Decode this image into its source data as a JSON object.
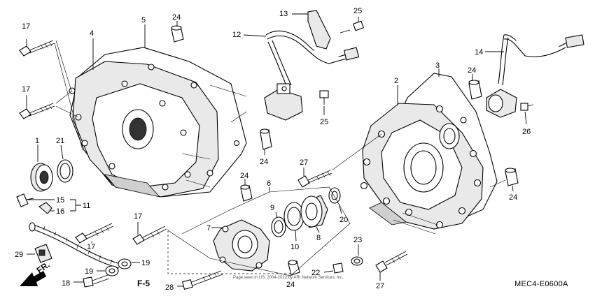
{
  "diagram": {
    "part_numbers": {
      "p1": "1",
      "p2": "2",
      "p3": "3",
      "p4": "4",
      "p5": "5",
      "p6": "6",
      "p7": "7",
      "p8": "8",
      "p9": "9",
      "p10": "10",
      "p11": "11",
      "p12": "12",
      "p13": "13",
      "p14": "14",
      "p15": "15",
      "p16": "16",
      "p17a": "17",
      "p17b": "17",
      "p17c": "17",
      "p17d": "17",
      "p18": "18",
      "p19a": "19",
      "p19b": "19",
      "p20": "20",
      "p21": "21",
      "p22": "22",
      "p23": "23",
      "p24a": "24",
      "p24b": "24",
      "p24c": "24",
      "p24d": "24",
      "p24e": "24",
      "p24f": "24",
      "p25a": "25",
      "p25b": "25",
      "p26": "26",
      "p27a": "27",
      "p27b": "27",
      "p28": "28",
      "p29": "29"
    },
    "front_arrow": "FR.",
    "reference": "F-5",
    "diagram_code": "MEC4-E0600A",
    "copyright": "Page seen in US, 2004-2022 by ARI Network Services, Inc."
  }
}
